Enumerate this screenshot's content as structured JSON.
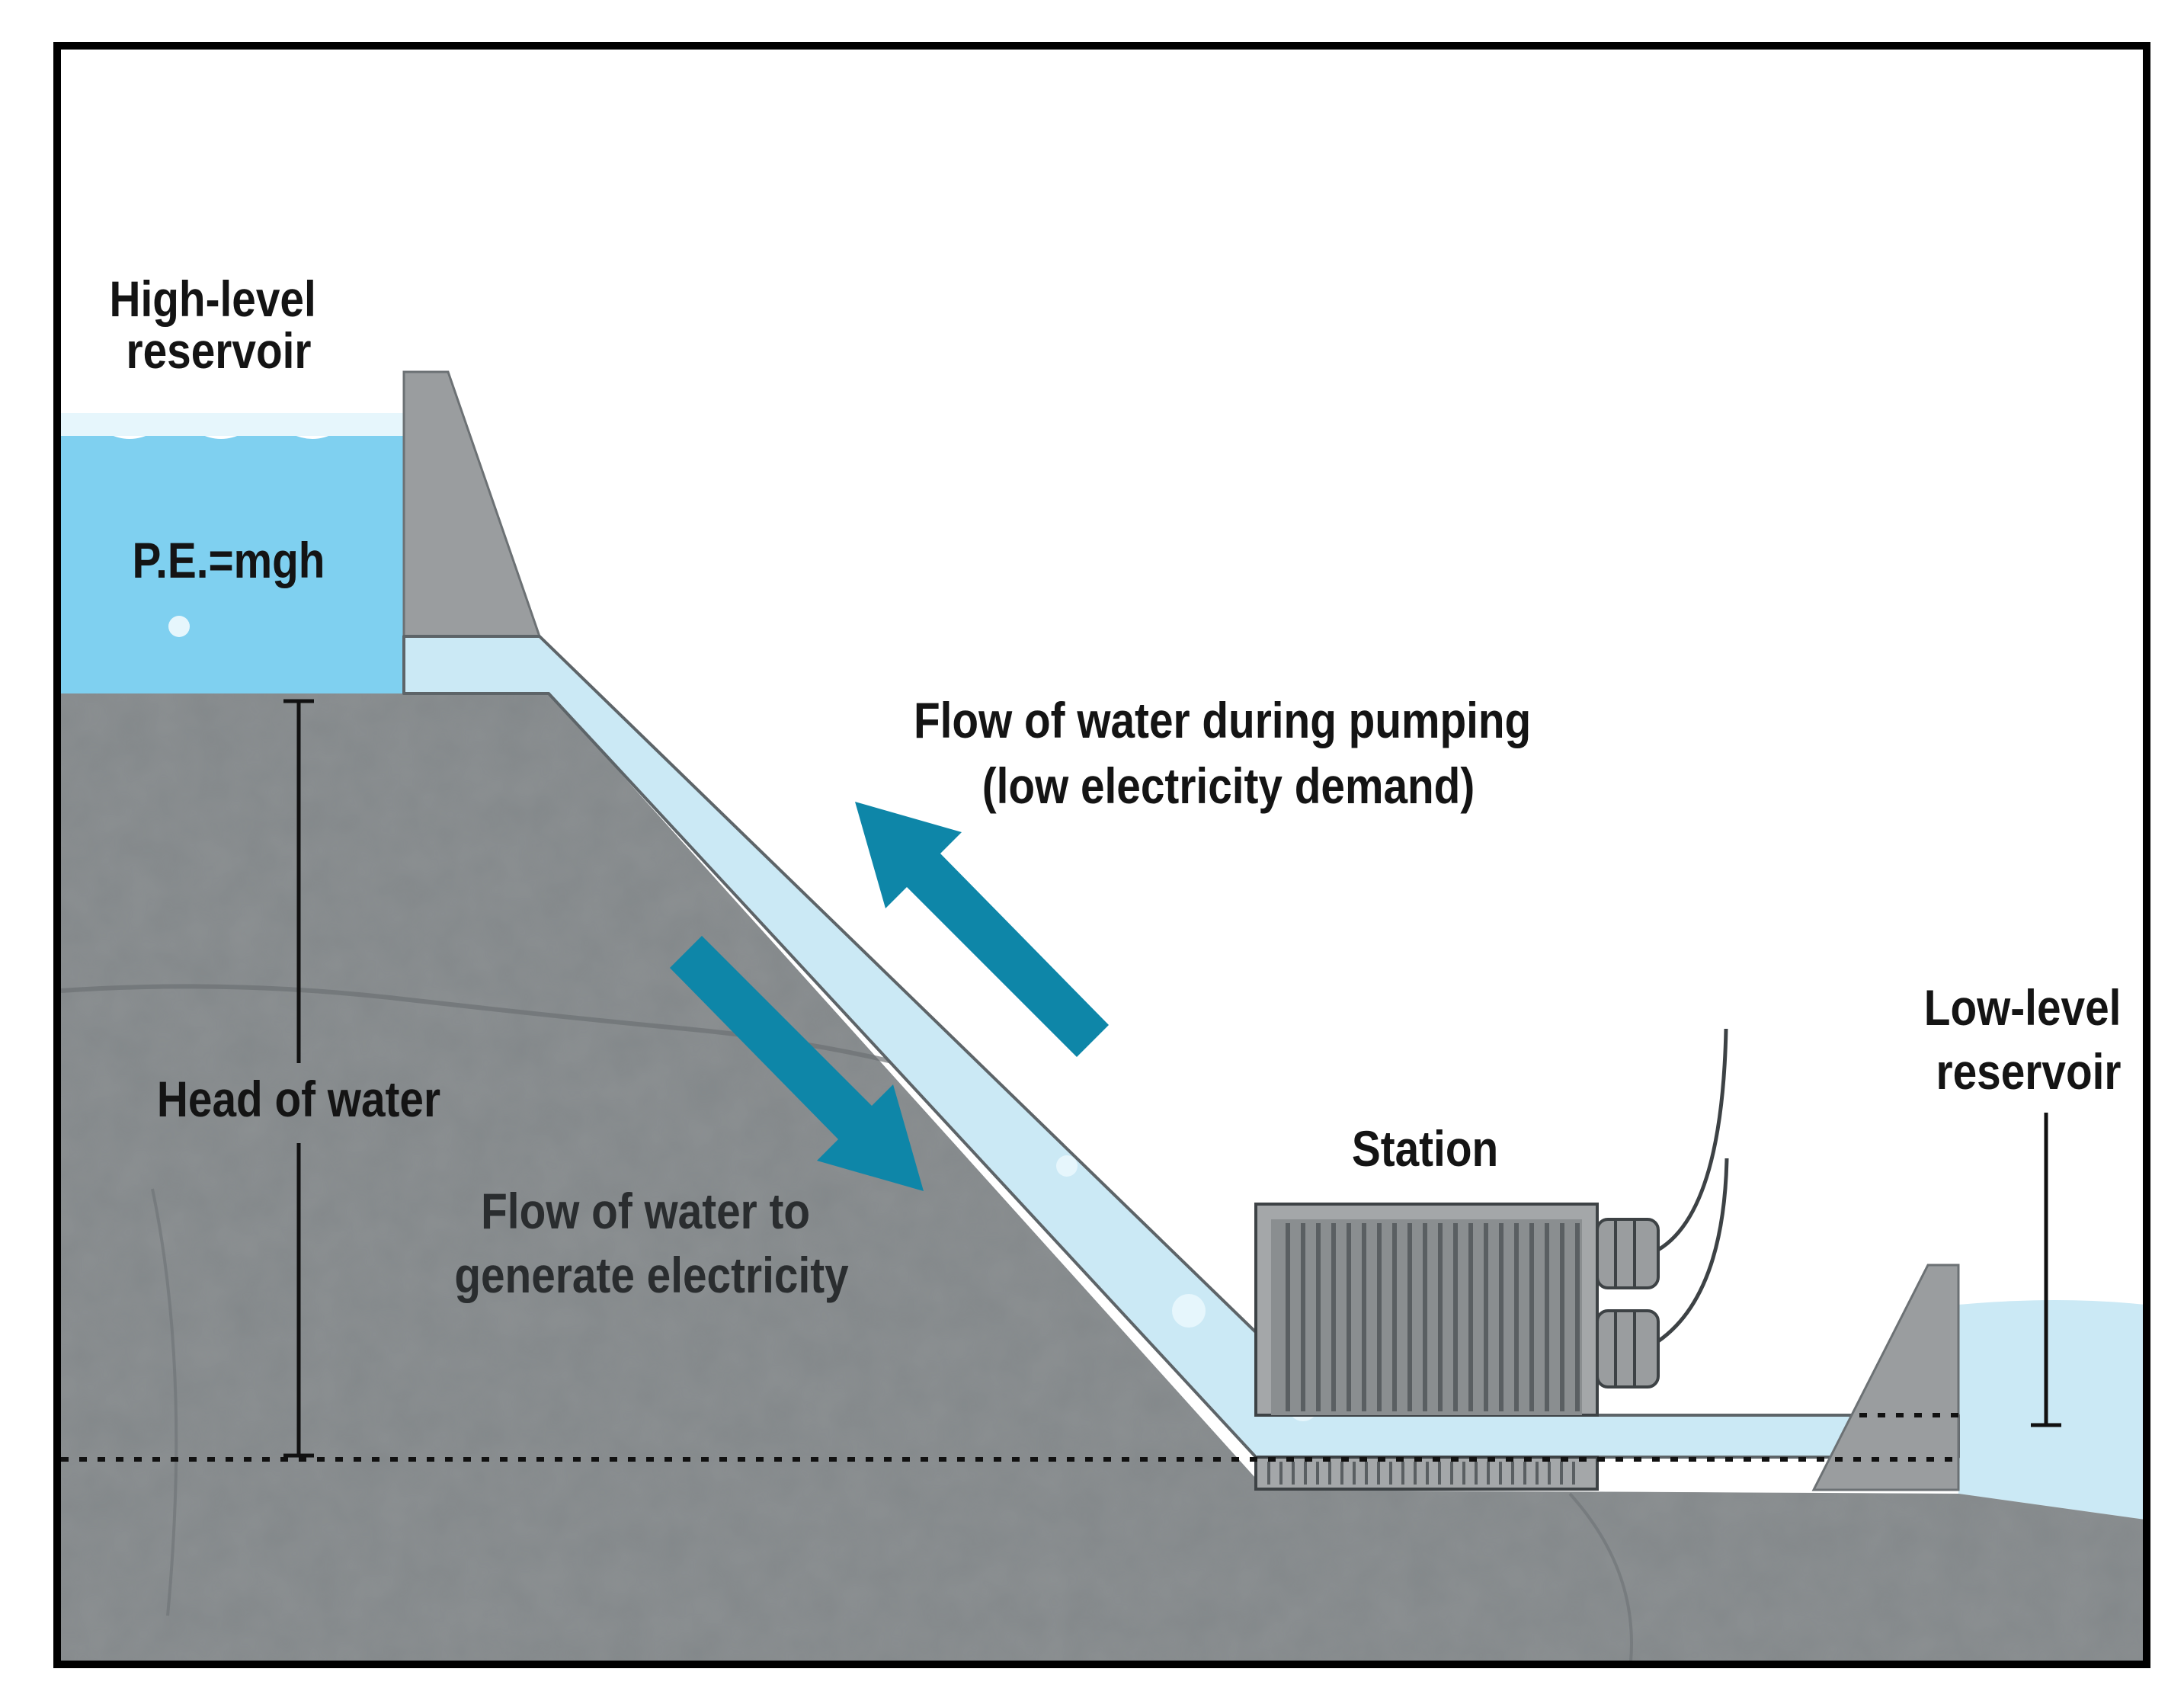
{
  "colors": {
    "water_light": "#cbe9f5",
    "water_bright": "#7fd0f0",
    "rock": "#8c9092",
    "rock_dark": "#6c7174",
    "arrow": "#0e86a8",
    "frame": "#000000"
  },
  "labels": {
    "high_reservoir": [
      "High-level",
      "reservoir"
    ],
    "pe": "P.E.=mgh",
    "head": "Head of water",
    "pumping": [
      "Flow of water during pumping",
      "(low electricity demand)"
    ],
    "generate": [
      "Flow of water to",
      "generate electricity"
    ],
    "station": "Station",
    "low_reservoir": [
      "Low-level",
      "reservoir"
    ]
  }
}
